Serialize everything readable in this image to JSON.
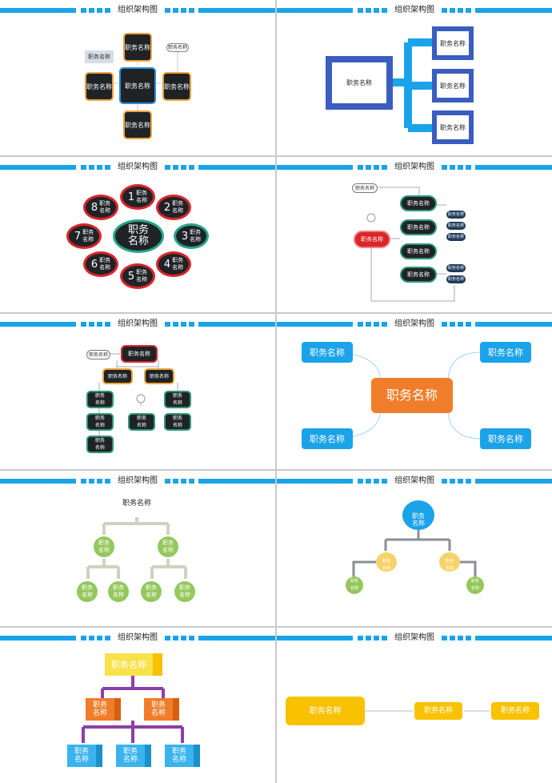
{
  "slide_title": "组织架构图",
  "role": "职务名称",
  "role2": "职务\n名称",
  "numbers": [
    "1",
    "2",
    "3",
    "4",
    "5",
    "6",
    "7",
    "8"
  ],
  "colors": {
    "accent": "#1aa3e8",
    "blue_dark": "#3a5dbf",
    "orange": "#ef7d2a",
    "sky": "#1aa3e8",
    "green": "#95c75c",
    "yellow": "#f8c200",
    "purple": "#8c3fa6"
  }
}
